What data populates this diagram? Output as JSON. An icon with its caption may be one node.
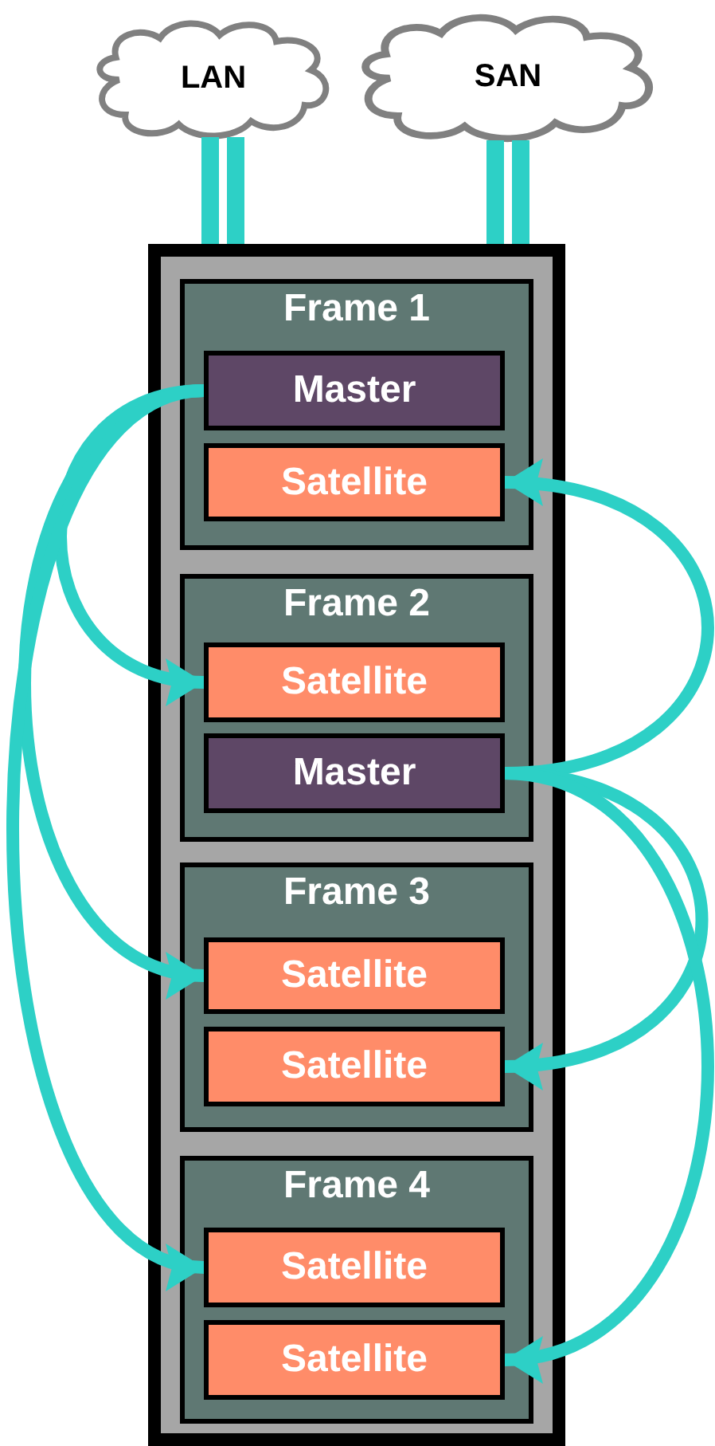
{
  "diagram": {
    "nodes": [
      {
        "text": [
          "LAN"
        ]
      },
      {
        "text": [
          "SAN"
        ]
      },
      {
        "text": [],
        "shape": "box"
      },
      {
        "text": [
          "Frame 1"
        ],
        "in": 2
      },
      {
        "text": [
          "Master"
        ],
        "in": 3
      },
      {
        "text": [
          "Satellite"
        ],
        "in": 3
      },
      {
        "text": [
          "Frame 2"
        ],
        "in": 2
      },
      {
        "text": [
          "Satellite"
        ],
        "in": 6
      },
      {
        "text": [
          "Master"
        ],
        "in": 6
      },
      {
        "text": [
          "Frame 3"
        ],
        "in": 2
      },
      {
        "text": [
          "Satellite"
        ],
        "in": 9
      },
      {
        "text": [
          "Satellite"
        ],
        "in": 9
      },
      {
        "text": [
          "Frame 4"
        ],
        "in": 2
      },
      {
        "text": [
          "Satellite"
        ],
        "in": 12
      },
      {
        "text": [
          "Satellite"
        ],
        "in": 12
      }
    ],
    "edges": [
      {
        "from": 0,
        "to": 2,
        "arrow": "none"
      },
      {
        "from": 0,
        "to": 2,
        "arrow": "none"
      },
      {
        "from": 1,
        "to": 2,
        "arrow": "none"
      },
      {
        "from": 1,
        "to": 2,
        "arrow": "none"
      },
      {
        "from": 4,
        "to": 7,
        "arrow": "to"
      },
      {
        "from": 4,
        "to": 10,
        "arrow": "to"
      },
      {
        "from": 4,
        "to": 13,
        "arrow": "to"
      },
      {
        "from": 8,
        "to": 5,
        "arrow": "to"
      },
      {
        "from": 8,
        "to": 11,
        "arrow": "to"
      },
      {
        "from": 8,
        "to": 14,
        "arrow": "to"
      }
    ]
  }
}
